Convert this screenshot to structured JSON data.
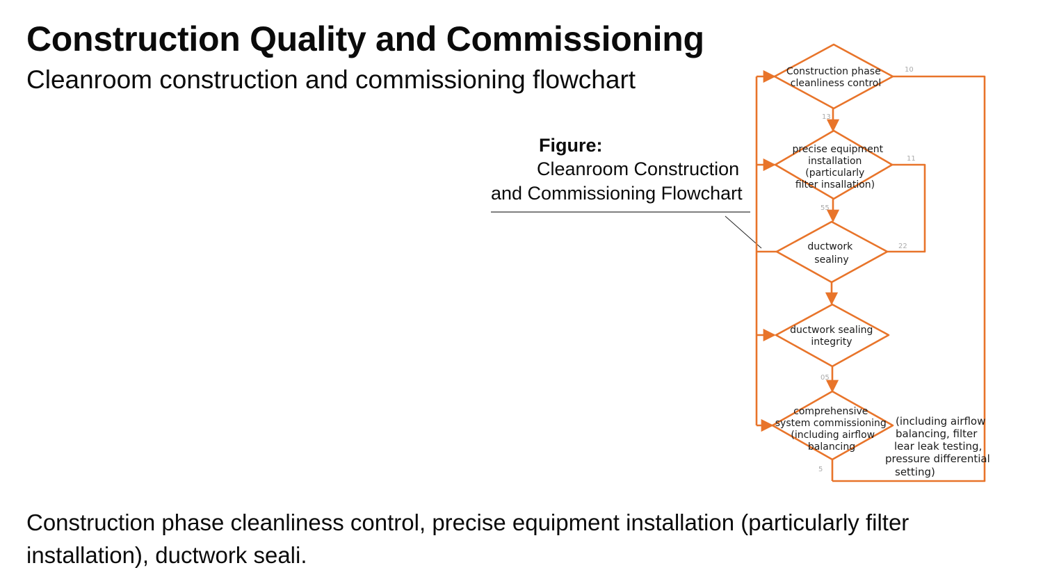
{
  "slide": {
    "title": "Construction Quality and Commissioning",
    "subtitle": "Cleanroom construction and commissioning flowchart",
    "body_line1": "Construction phase cleanliness control, precise equipment installation (particularly filter",
    "body_line2": "installation), ductwork seali."
  },
  "figure_caption": {
    "label": "Figure:",
    "line1": "Cleanroom Construction",
    "line2": "and Commissioning Flowchart"
  },
  "flowchart": {
    "stroke_color": "#e8742a",
    "nodes": [
      {
        "id": "n1",
        "lines": [
          "Construction phase",
          "cleanliness control"
        ]
      },
      {
        "id": "n2",
        "lines": [
          "precise equipment",
          "installation",
          "(particularly",
          "filter insallation)"
        ]
      },
      {
        "id": "n3",
        "lines": [
          "ductwork",
          "sealiny"
        ]
      },
      {
        "id": "n4",
        "lines": [
          "ductwork sealing",
          "integrity"
        ]
      },
      {
        "id": "n5",
        "lines": [
          "comprehensive",
          "system commissioning",
          "(including airflow",
          "balancing"
        ]
      }
    ],
    "side_note": [
      "(including airflow",
      "balancing, filter",
      "lear leak testing,",
      "pressure differential",
      "setting)"
    ],
    "edge_numbers": [
      "10",
      "13",
      "11",
      "55",
      "22",
      "05",
      "5"
    ]
  }
}
